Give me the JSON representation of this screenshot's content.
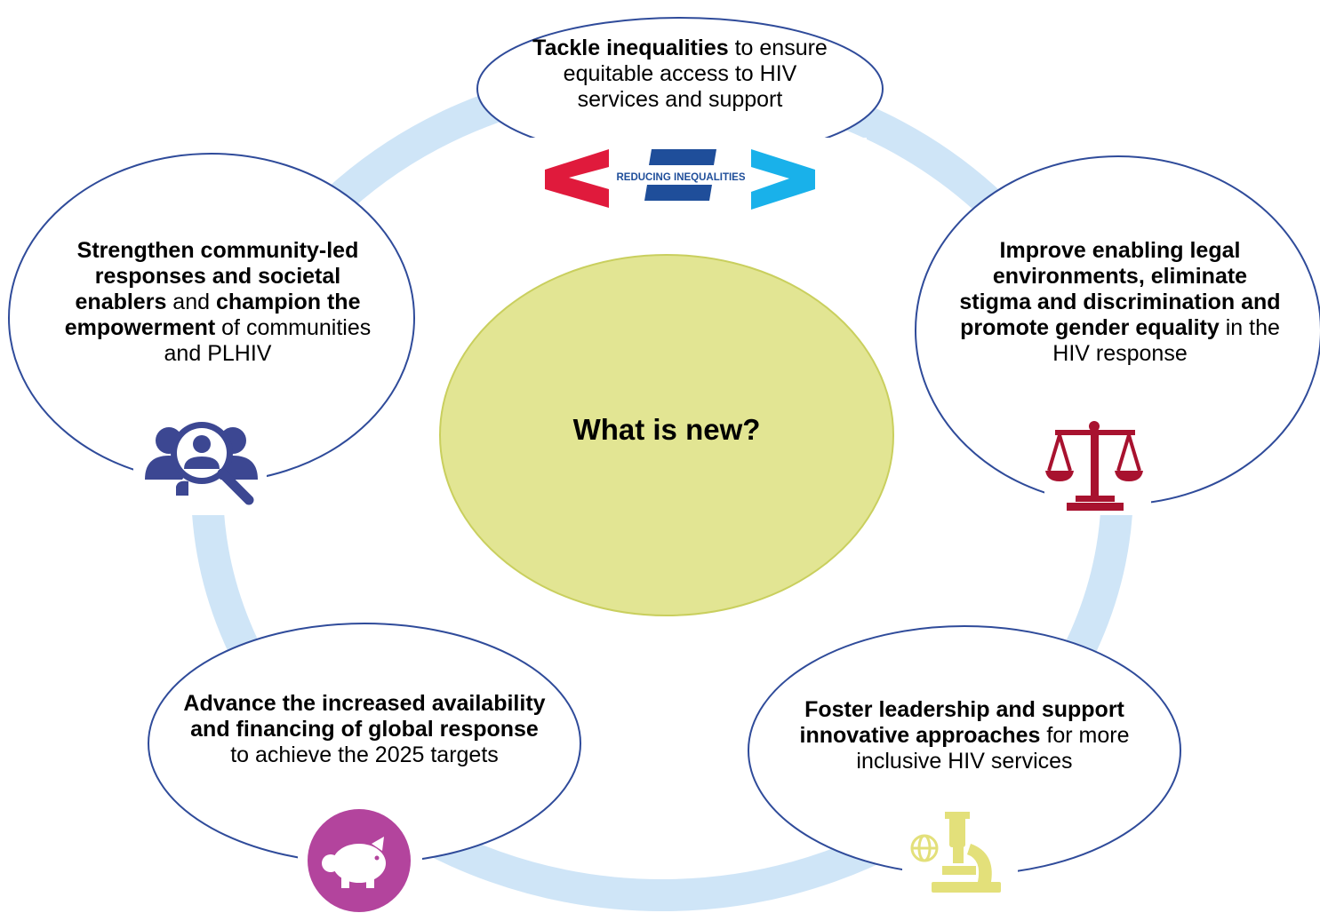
{
  "center": {
    "label": "What is new?"
  },
  "nodes": {
    "top": {
      "bold": "Tackle inequalities",
      "rest": " to ensure equitable access to HIV services and support",
      "logo_text": "REDUCING INEQUALITIES",
      "icon": "reducing-inequalities-logo"
    },
    "right": {
      "bold": "Improve enabling legal environments, eliminate stigma and discrimination and promote gender equality",
      "rest": " in the HIV response",
      "icon": "scales-of-justice-icon"
    },
    "bottom_right": {
      "bold": "Foster leadership and support innovative approaches",
      "rest": " for more inclusive HIV services",
      "icon": "microscope-globe-icon"
    },
    "bottom_left": {
      "bold": "Advance the increased availability and financing of global response",
      "rest": " to achieve the 2025 targets",
      "icon": "piggy-bank-icon"
    },
    "left": {
      "bold1": "Strengthen community-led responses and societal enablers",
      "mid": " and ",
      "bold2": "champion the empowerment",
      "rest": " of communities and PLHIV",
      "icon": "community-search-icon"
    }
  },
  "colors": {
    "ring": "#cfe5f7",
    "center_fill": "#e2e593",
    "center_stroke": "#c9cf5e",
    "node_stroke": "#2f4b9a",
    "red": "#e01a3c",
    "blue": "#1f4e9a",
    "cyan": "#19b1ea",
    "scales": "#a8122f",
    "microscope": "#e3e07a",
    "piggy": "#b3449d",
    "people": "#3c4792"
  }
}
